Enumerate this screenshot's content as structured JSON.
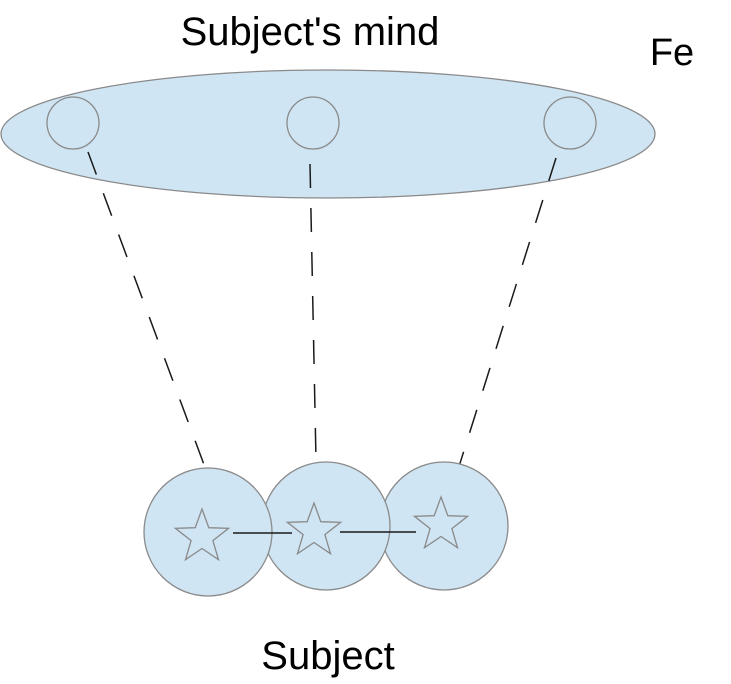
{
  "diagram": {
    "title": "Subject's mind",
    "function_label": "Fe",
    "bottom_label": "Subject",
    "colors": {
      "fill": "#cfe5f3",
      "outline": "#8a8a8a",
      "line": "#1a1a1a",
      "text": "#000000"
    },
    "mind_nodes": [
      "left",
      "center",
      "right"
    ],
    "subject_nodes": [
      "left",
      "center",
      "right"
    ],
    "connections": [
      {
        "from": "mind-left",
        "to": "subject-left",
        "style": "dashed"
      },
      {
        "from": "mind-center",
        "to": "subject-center",
        "style": "dashed"
      },
      {
        "from": "mind-right",
        "to": "subject-right",
        "style": "dashed"
      },
      {
        "from": "subject-left",
        "to": "subject-center",
        "style": "solid"
      },
      {
        "from": "subject-center",
        "to": "subject-right",
        "style": "solid"
      }
    ]
  }
}
